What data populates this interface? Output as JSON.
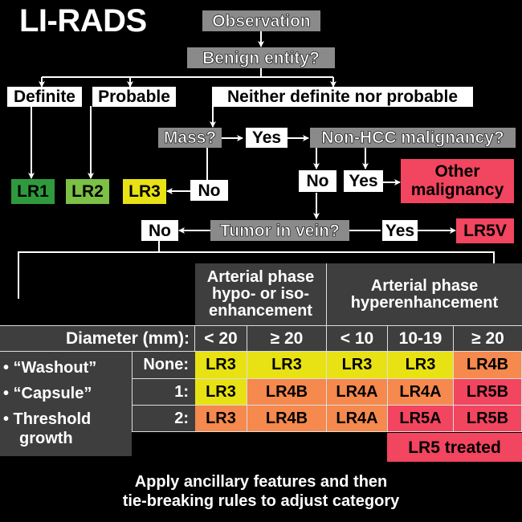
{
  "title": "LI-RADS",
  "flow": {
    "observation": "Observation",
    "benign_q": "Benign entity?",
    "definite": "Definite",
    "probable": "Probable",
    "neither": "Neither definite nor probable",
    "mass_q": "Mass?",
    "mass_yes": "Yes",
    "mass_no": "No",
    "nonhcc_q": "Non-HCC malignancy?",
    "nonhcc_no": "No",
    "nonhcc_yes": "Yes",
    "other_malignancy": "Other malignancy",
    "tiv_q": "Tumor in vein?",
    "tiv_no": "No",
    "tiv_yes": "Yes",
    "lr1": "LR1",
    "lr2": "LR2",
    "lr3": "LR3",
    "lr5v": "LR5V"
  },
  "table": {
    "group_headers": [
      "Arterial phase hypo- or iso-enhancement",
      "Arterial phase hyperenhancement"
    ],
    "diameter_label": "Diameter (mm):",
    "diameters": [
      "< 20",
      "≥ 20",
      "< 10",
      "10-19",
      "≥ 20"
    ],
    "features": [
      "• “Washout”",
      "• “Capsule”",
      "• Threshold",
      "growth"
    ],
    "rows": [
      {
        "label": "None:",
        "cells": [
          "LR3",
          "LR3",
          "LR3",
          "LR3",
          "LR4B"
        ],
        "colors": [
          "#e8e214",
          "#e8e214",
          "#e8e214",
          "#e8e214",
          "#f5894e"
        ]
      },
      {
        "label": "1:",
        "cells": [
          "LR3",
          "LR4B",
          "LR4A",
          "LR4A",
          "LR5B"
        ],
        "colors": [
          "#e8e214",
          "#f5894e",
          "#f5894e",
          "#f5894e",
          "#f2455f"
        ]
      },
      {
        "label": "2:",
        "cells": [
          "LR3",
          "LR4B",
          "LR4A",
          "LR5A",
          "LR5B"
        ],
        "colors": [
          "#f5894e",
          "#f5894e",
          "#f5894e",
          "#f2455f",
          "#f2455f"
        ]
      }
    ],
    "treated": "LR5 treated"
  },
  "footer": [
    "Apply ancillary features and then",
    "tie-breaking rules to adjust category"
  ]
}
